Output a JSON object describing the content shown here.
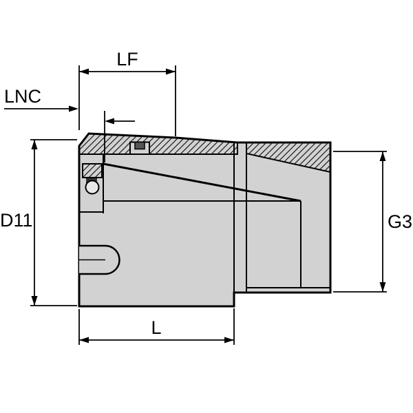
{
  "diagram": {
    "labels": {
      "lf": "LF",
      "lnc": "LNC",
      "d11": "D11",
      "g3": "G3",
      "l": "L"
    },
    "colors": {
      "background": "#ffffff",
      "line_color": "#000000",
      "body_fill": "#d2d2d2"
    }
  }
}
